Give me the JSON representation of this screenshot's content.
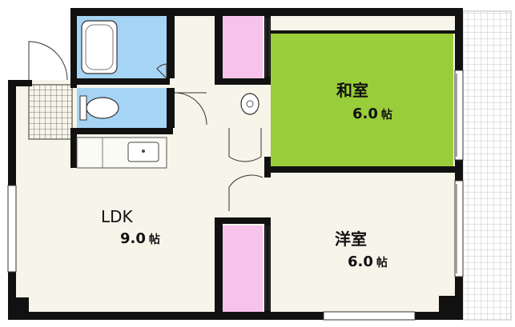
{
  "rooms": {
    "washitsu": {
      "name": "和室",
      "size": "6.0",
      "unit": "帖"
    },
    "youshitsu": {
      "name": "洋室",
      "size": "6.0",
      "unit": "帖"
    },
    "ldk": {
      "name": "LDK",
      "size": "9.0",
      "unit": "帖"
    }
  },
  "colors": {
    "wall": "#111111",
    "floor": "#f7f4e9",
    "washitsu": "#9acd3a",
    "bath": "#a6d4f5",
    "closet": "#f7c3ec",
    "balcony": "#ffffff",
    "grid": "#c9c9c9"
  }
}
